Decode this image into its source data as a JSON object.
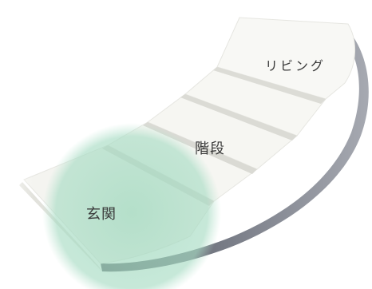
{
  "labels": {
    "entrance": "玄関",
    "stairs": "階段",
    "living": "リビング"
  },
  "colors": {
    "step_top": "#f3f3ef",
    "step_riser": "#e4e4df",
    "step_side": "#6b6f7a",
    "highlight": "#9fd8bd"
  }
}
